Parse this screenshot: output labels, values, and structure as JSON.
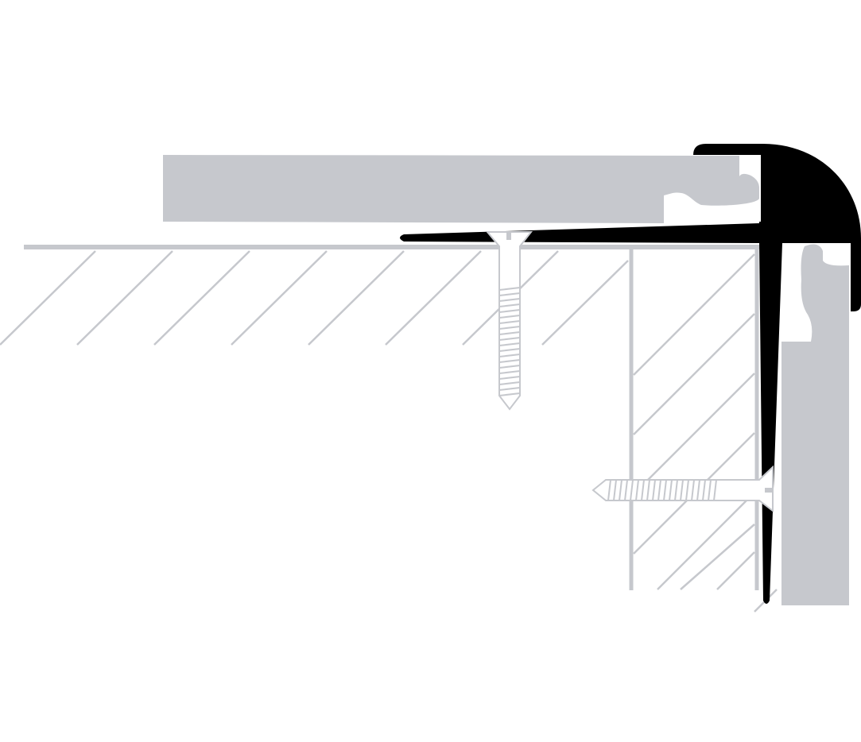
{
  "colors": {
    "profile": "#000000",
    "material": "#c6c8cd",
    "background": "#ffffff"
  },
  "icons": [
    "stair-nosing-profile",
    "floor-plank",
    "riser-plank",
    "screw"
  ]
}
